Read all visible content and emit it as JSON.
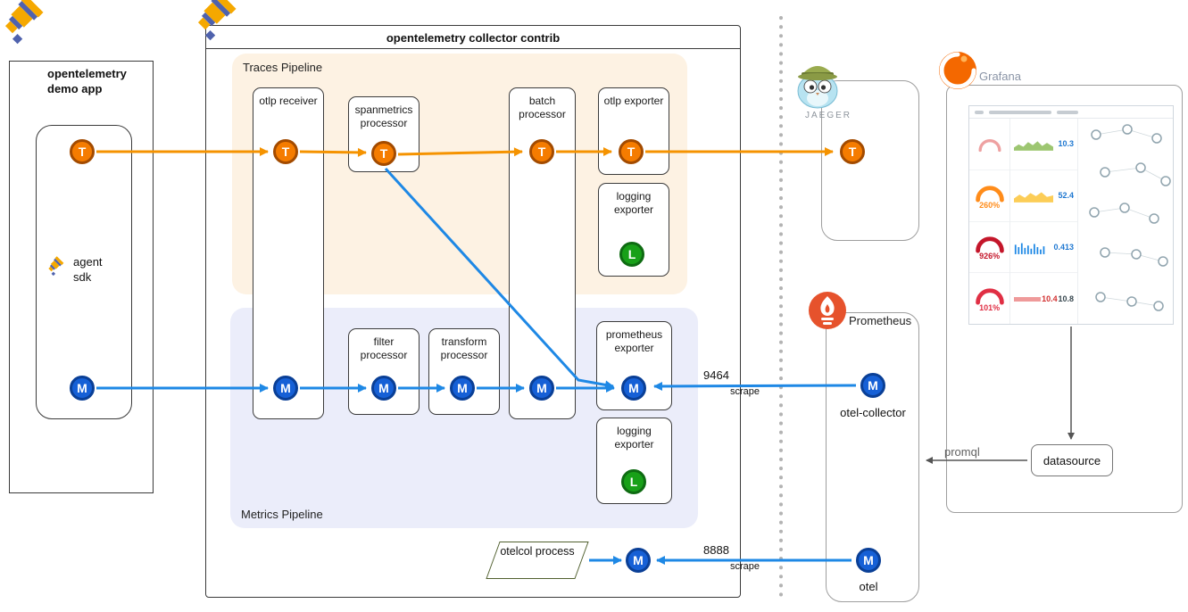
{
  "badges": {
    "trace": "T",
    "metric": "M",
    "log": "L"
  },
  "demo_app": {
    "title": "opentelemetry demo app",
    "agent_sdk": "agent sdk"
  },
  "collector": {
    "title": "opentelemetry collector contrib",
    "traces_pipeline_label": "Traces Pipeline",
    "metrics_pipeline_label": "Metrics Pipeline",
    "otlp_receiver": "otlp receiver",
    "spanmetrics_processor": "spanmetrics processor",
    "batch_processor": "batch processor",
    "otlp_exporter": "otlp exporter",
    "logging_exporter_traces": "logging exporter",
    "filter_processor": "filter processor",
    "transform_processor": "transform processor",
    "prometheus_exporter": "prometheus exporter",
    "logging_exporter_metrics": "logging exporter",
    "otelcol_process": "otelcol process"
  },
  "jaeger": {
    "label": "JAEGER"
  },
  "prometheus": {
    "label": "Prometheus",
    "otel_collector_label": "otel-collector",
    "otel_label": "otel"
  },
  "grafana": {
    "label": "Grafana",
    "datasource_label": "datasource",
    "promql_label": "promql"
  },
  "edges": {
    "port_9464": "9464",
    "scrape_top": "scrape",
    "port_8888": "8888",
    "scrape_bottom": "scrape"
  },
  "dashboard": {
    "gauges": [
      {
        "value": "260%",
        "color": "#ff8c1a"
      },
      {
        "value": "926%",
        "color": "#c4162a"
      },
      {
        "value": "101%",
        "color": "#e02f44"
      }
    ],
    "stats": {
      "s1": "10.3",
      "s2": "52.4",
      "s3": "0.413",
      "s4": "10.4",
      "s5": "10.8"
    }
  },
  "colors": {
    "trace_flow": "#f59300",
    "metric_flow": "#1e88e5",
    "log_badge": "#18a018",
    "traces_pipeline_bg": "#fdf2e3",
    "metrics_pipeline_bg": "#ebedfa"
  }
}
